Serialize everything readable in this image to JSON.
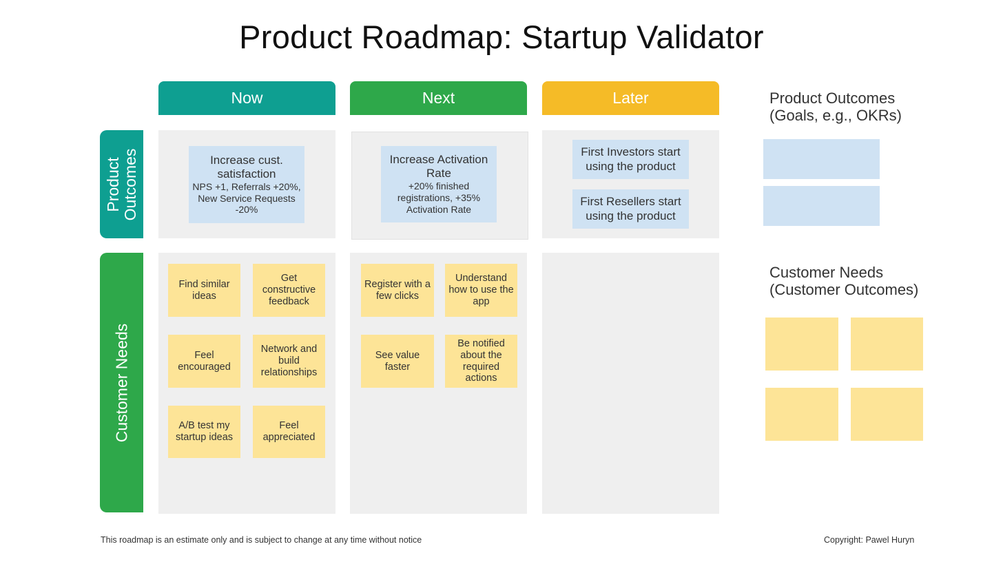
{
  "title": "Product Roadmap: Startup Validator",
  "columns": [
    {
      "label": "Now",
      "color": "#0e9f91"
    },
    {
      "label": "Next",
      "color": "#2ea84a"
    },
    {
      "label": "Later",
      "color": "#f5bb27"
    }
  ],
  "rows": [
    {
      "label": "Product\nOutcomes",
      "color": "#0e9f91"
    },
    {
      "label": "Customer Needs",
      "color": "#2ea84a"
    }
  ],
  "product_outcomes": {
    "now": {
      "title": "Increase cust. satisfaction",
      "detail": "NPS +1, Referrals +20%, New Service Requests -20%"
    },
    "next": {
      "title": "Increase Activation Rate",
      "detail": "+20% finished registrations, +35% Activation Rate"
    },
    "later": [
      "First Investors start using the product",
      "First Resellers start using the product"
    ]
  },
  "customer_needs": {
    "now": [
      "Find similar ideas",
      "Get constructive feedback",
      "Feel encouraged",
      "Network and build relationships",
      "A/B test my startup ideas",
      "Feel appreciated"
    ],
    "next": [
      "Register with a few clicks",
      "Understand how to use the app",
      "See value faster",
      "Be notified about the required actions"
    ]
  },
  "legend": {
    "product_outcomes_title": "Product Outcomes\n(Goals, e.g., OKRs)",
    "customer_needs_title": "Customer Needs\n(Customer Outcomes)"
  },
  "footer": {
    "disclaimer": "This roadmap is an estimate only and is subject to change at any time without notice",
    "copyright": "Copyright: Pawel Huryn"
  },
  "colors": {
    "cell_bg": "#efefef",
    "outcome_note": "#cfe2f3",
    "need_note": "#fde497"
  }
}
